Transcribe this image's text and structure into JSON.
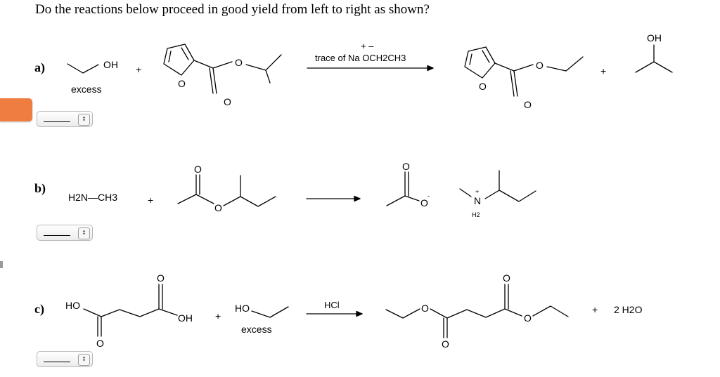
{
  "question": "Do the reactions below proceed in good yield from left to right as shown?",
  "reactions": [
    {
      "label": "a)",
      "excess_label": "excess",
      "plus": "+",
      "reagent_top": "+  –",
      "reagent": "trace of Na OCH2CH3",
      "answer_value": ""
    },
    {
      "label": "b)",
      "amine": "H2N—CH3",
      "plus": "+",
      "answer_value": ""
    },
    {
      "label": "c)",
      "excess_label": "excess",
      "plus": "+",
      "catalyst": "HCl",
      "byproduct": "2 H2O",
      "answer_value": ""
    }
  ],
  "atoms": {
    "oh": "OH",
    "ho": "HO",
    "o": "O",
    "n": "N",
    "h2": "H2",
    "charge_plus": "+",
    "charge_minus": "-"
  },
  "select": {
    "stepper_glyph": "↕"
  },
  "colors": {
    "accent_tab": "#ee7d3f",
    "select_border": "#b9b9b9"
  }
}
